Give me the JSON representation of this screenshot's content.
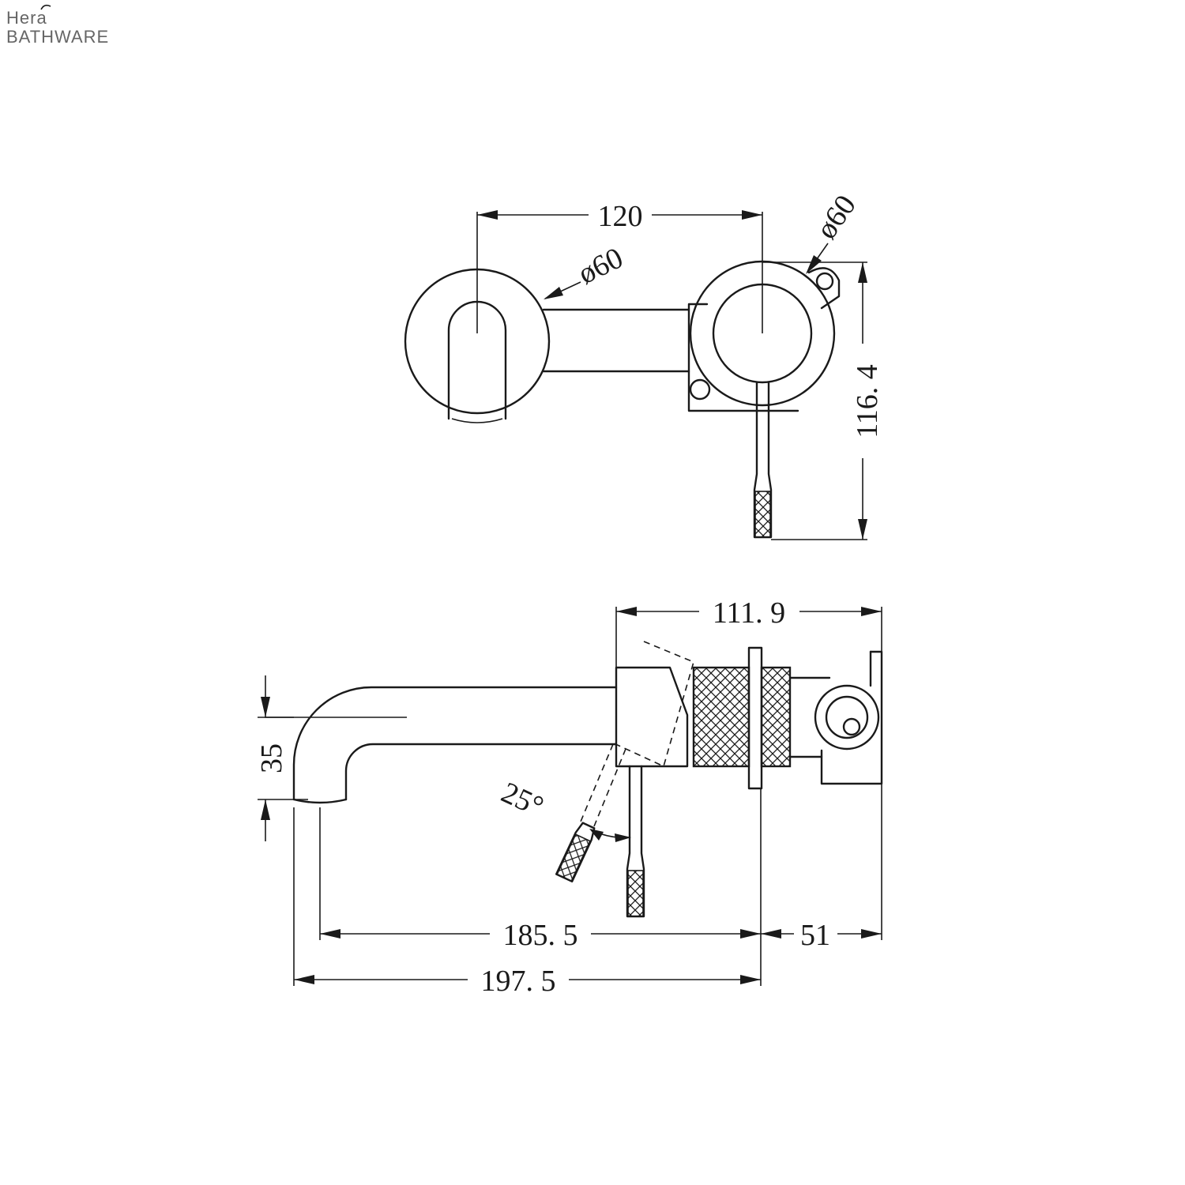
{
  "brand": {
    "line1": "Hera",
    "line2": "BATHWARE"
  },
  "top_view": {
    "dim_width": "120",
    "dim_spout_diameter": "ø60",
    "dim_mixer_diameter": "ø60",
    "dim_height": "116. 4"
  },
  "side_view": {
    "dim_body_depth": "111. 9",
    "dim_spout_height": "35",
    "dim_handle_angle": "25°",
    "dim_spout_reach": "185. 5",
    "dim_backplate": "51",
    "dim_total_length": "197. 5"
  },
  "colors": {
    "line": "#1a1a1a",
    "brand": "#666666"
  }
}
